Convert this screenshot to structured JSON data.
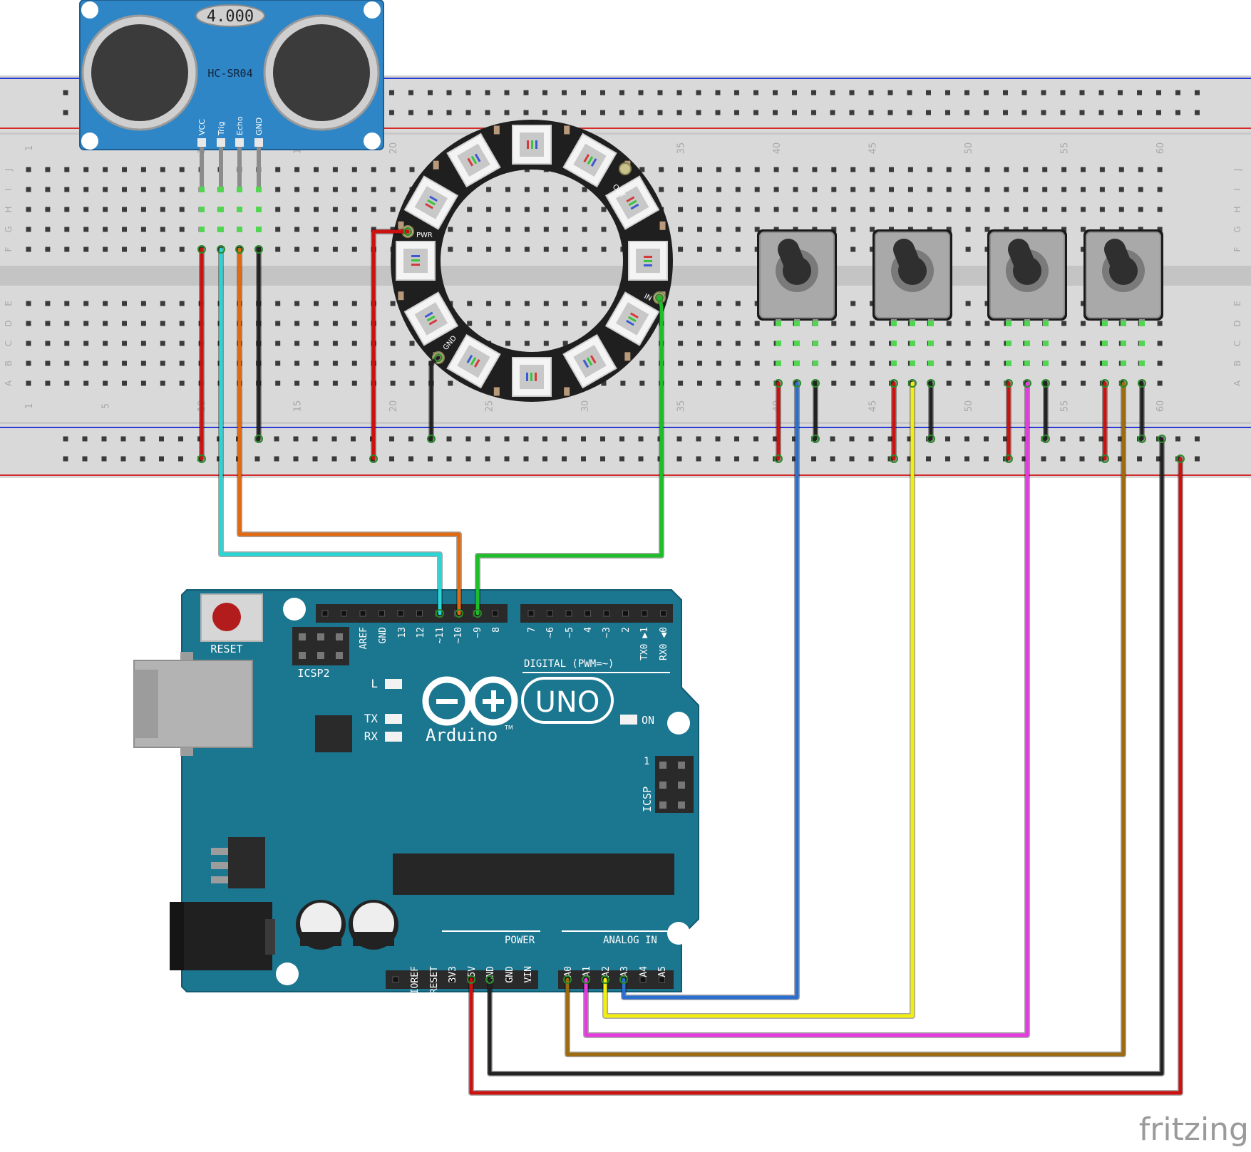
{
  "sensor": {
    "display": "4.000",
    "model": "HC-SR04",
    "pins": [
      "VCC",
      "Trig",
      "Echo",
      "GND"
    ]
  },
  "breadboard": {
    "column_numbers": [
      "1",
      "5",
      "10",
      "15",
      "20",
      "25",
      "30",
      "35",
      "40",
      "45",
      "50",
      "55",
      "60"
    ],
    "row_letters_top": [
      "J",
      "I",
      "H",
      "G",
      "F"
    ],
    "row_letters_bottom": [
      "E",
      "D",
      "C",
      "B",
      "A"
    ]
  },
  "ring": {
    "pin_labels": [
      "PWR",
      "GND",
      "IN",
      "OUT"
    ]
  },
  "arduino": {
    "reset_label": "RESET",
    "icsp2_label": "ICSP2",
    "icsp_label": "ICSP",
    "icsp_pin_one": "1",
    "digital_header_labels": [
      "AREF",
      "GND",
      "13",
      "12",
      "~11",
      "~10",
      "~9",
      "8",
      "7",
      "~6",
      "~5",
      "4",
      "~3",
      "2",
      "TX0 ▶1",
      "RX0 ◀0"
    ],
    "digital_caption": "DIGITAL (PWM=~)",
    "led_labels": [
      "L",
      "TX",
      "RX"
    ],
    "on_label": "ON",
    "brand": "Arduino",
    "trademark": "TM",
    "model": "UNO",
    "power_caption": "POWER",
    "analog_caption": "ANALOG IN",
    "power_header_labels": [
      "IOREF",
      "RESET",
      "3V3",
      "5V",
      "GND",
      "GND",
      "VIN"
    ],
    "analog_header_labels": [
      "A0",
      "A1",
      "A2",
      "A3",
      "A4",
      "A5"
    ]
  },
  "watermark": "fritzing",
  "colors": {
    "board": "#1b7690",
    "board_edge": "#125a70",
    "sensor": "#2f86c6",
    "wire_red": "#cc1111",
    "wire_black": "#222222",
    "wire_cyan": "#28d6d6",
    "wire_orange": "#e06a12",
    "wire_green": "#1ebe2a",
    "wire_blue": "#2a6fd0",
    "wire_yellow": "#f2ee10",
    "wire_magenta": "#e63ae0",
    "wire_brown": "#9c6b12",
    "wire_gray": "#8c8c8c",
    "rail_red": "#d42a2a",
    "rail_blue": "#2a3ad4"
  }
}
